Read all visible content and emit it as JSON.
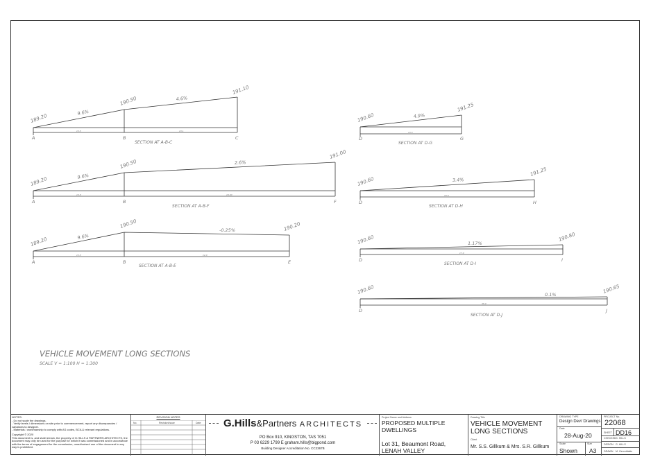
{
  "drawing": {
    "title": "VEHICLE MOVEMENT LONG SECTIONS",
    "scale": "SCALE     V = 1:100   H = 1:300"
  },
  "sections": [
    {
      "id": "s1",
      "caption": "SECTION AT A-B-C",
      "points": [
        "A",
        "B",
        "C"
      ],
      "levels": [
        "189.20",
        "190.50",
        "191.10"
      ],
      "grades": [
        "9.6%",
        "4.6%"
      ],
      "dims": [
        "13.5",
        "13.1"
      ]
    },
    {
      "id": "s2",
      "caption": "SECTION AT A-B-F",
      "points": [
        "A",
        "B",
        "F"
      ],
      "levels": [
        "189.20",
        "190.50",
        "191.00"
      ],
      "grades": [
        "9.6%",
        "2.6%"
      ],
      "dims": [
        "13.5",
        "19.30"
      ]
    },
    {
      "id": "s3",
      "caption": "SECTION AT A-B-E",
      "points": [
        "A",
        "B",
        "E"
      ],
      "levels": [
        "189.20",
        "190.50",
        "190.20"
      ],
      "grades": [
        "9.6%",
        "-0.25%"
      ],
      "dims": [
        "13.5",
        "12.0"
      ]
    },
    {
      "id": "s4",
      "caption": "SECTION AT D-G",
      "points": [
        "D",
        "G"
      ],
      "levels": [
        "190.60",
        "191.25"
      ],
      "grades": [
        "4.9%"
      ],
      "dims": [
        "13.3"
      ]
    },
    {
      "id": "s5",
      "caption": "SECTION AT D-H",
      "points": [
        "D",
        "H"
      ],
      "levels": [
        "190.60",
        "191.25"
      ],
      "grades": [
        "3.4%"
      ],
      "dims": [
        "19.0"
      ]
    },
    {
      "id": "s6",
      "caption": "SECTION AT D-I",
      "points": [
        "D",
        "I"
      ],
      "levels": [
        "190.60",
        "190.80"
      ],
      "grades": [
        "1.17%"
      ],
      "dims": [
        "17.0"
      ]
    },
    {
      "id": "s7",
      "caption": "SECTION AT D-J",
      "points": [
        "D",
        "J"
      ],
      "levels": [
        "190.60",
        "190.65"
      ],
      "grades": [
        "0.1%"
      ],
      "dims": [
        "35.0"
      ]
    }
  ],
  "title_block": {
    "notes_heading": "NOTES:",
    "notes": [
      "-  Do not scale the drawings.",
      "-  Verify levels / dimensions on site prior to commencement, report any discrepancies / variations to designer.",
      "-  Materials / workmanship to comply with AS codes, BCA & relevant regulations."
    ],
    "copyright": "Copyright © 2020",
    "copyright_text": "This document is, and shall remain, the property of G.HILLS & PARTNERS ARCHITECTS, the document may only be used for the purpose for which it was commissioned and in accordance with the terms of engagement for the commission, unauthorised use of the document in any way is prohibited.",
    "revision_heading": "REVISION NOTES",
    "revision_cols": [
      "No.",
      "Revision/Issue",
      "Date"
    ],
    "firm_name_bold": "G.Hills",
    "firm_name_amp": "&Partners",
    "firm_name_arch": "ARCHITECTS",
    "firm_address": "PO Box 910, KINGSTON,  TAS  7051",
    "firm_phone": "P 03 6229 1799   E graham.hills@bigpond.com",
    "firm_accreditation": "Building Designer Accreditation No. CC2367B",
    "project_label": "Project Name and Address",
    "project_name": "PROPOSED MULTIPLE DWELLINGS",
    "project_address_1": "Lot 31, Beaumont Road,",
    "project_address_2": "LENAH VALLEY",
    "drawing_title_label": "Drawing Title",
    "drawing_title": "VEHICLE MOVEMENT LONG SECTIONS",
    "client_label": "Client",
    "client": "Mr. S.S. Gillkum & Mrs. S.R. Gillkum",
    "drawing_type_label": "DRAWING TYPE",
    "drawing_type": "Design Dev/ Drawings",
    "date_label": "Date",
    "date": "28-Aug-20",
    "scale_label": "Scale",
    "scale": "Shown",
    "size_label": "Size",
    "size": "A3",
    "project_no_label": "PROJECT No.",
    "project_no": "22068",
    "sheet_label": "SHEET",
    "sheet": "DD16",
    "checked_label": "CHECKED",
    "checked": "G. HILLS",
    "design_label": "DESIGN",
    "design": "G. HILLS",
    "drawn_label": "DRAWN",
    "drawn": "M. Gercoldakis"
  }
}
